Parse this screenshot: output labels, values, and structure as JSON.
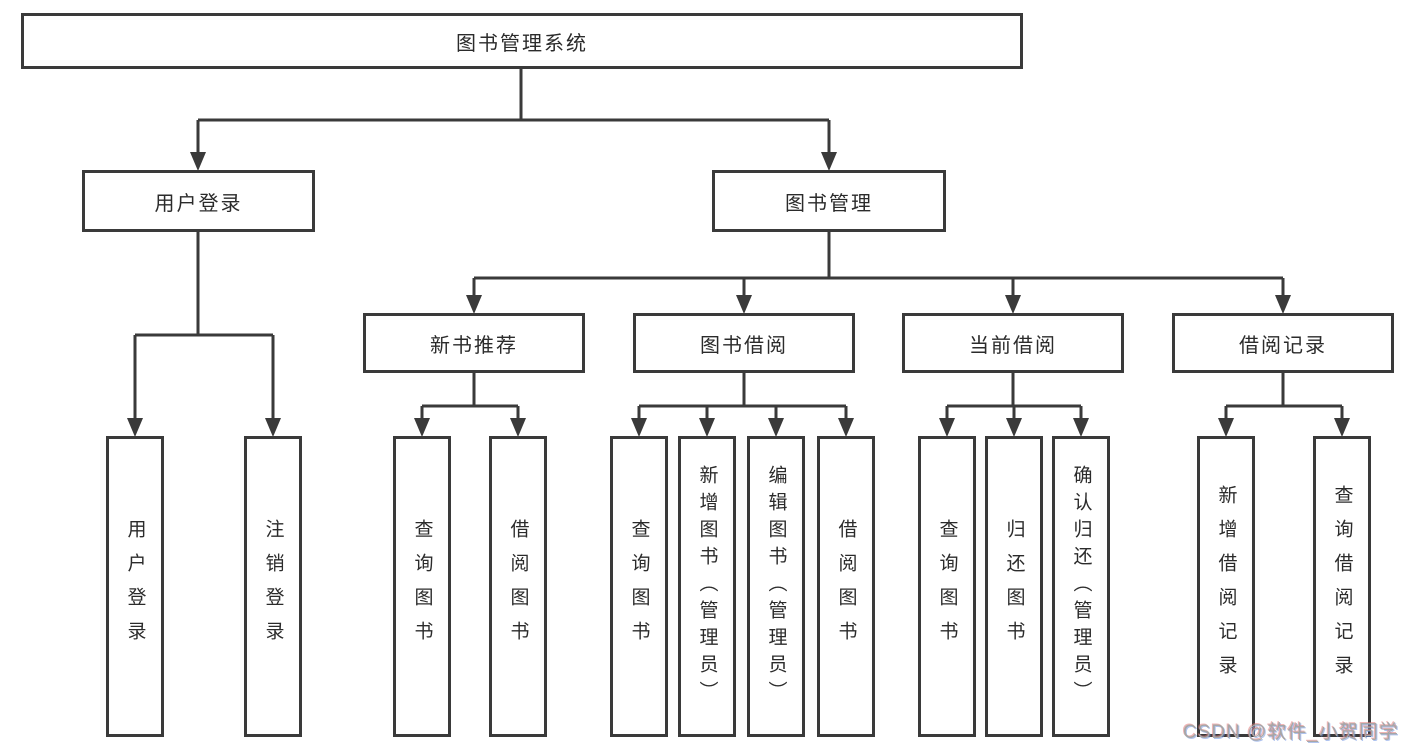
{
  "tree": {
    "root": {
      "label": "图书管理系统"
    },
    "branches": [
      {
        "label": "用户登录",
        "leaves": [
          {
            "label": "用户登录"
          },
          {
            "label": "注销登录"
          }
        ]
      },
      {
        "label": "图书管理",
        "groups": [
          {
            "label": "新书推荐",
            "leaves": [
              {
                "label": "查询图书"
              },
              {
                "label": "借阅图书"
              }
            ]
          },
          {
            "label": "图书借阅",
            "leaves": [
              {
                "label": "查询图书"
              },
              {
                "label": "新增图书（管理员）"
              },
              {
                "label": "编辑图书（管理员）"
              },
              {
                "label": "借阅图书"
              }
            ]
          },
          {
            "label": "当前借阅",
            "leaves": [
              {
                "label": "查询图书"
              },
              {
                "label": "归还图书"
              },
              {
                "label": "确认归还（管理员）"
              }
            ]
          },
          {
            "label": "借阅记录",
            "leaves": [
              {
                "label": "新增借阅记录"
              },
              {
                "label": "查询借阅记录"
              }
            ]
          }
        ]
      }
    ]
  },
  "watermark": {
    "text": "CSDN @软件_小贺同学"
  },
  "colors": {
    "line": "#3a3a3a",
    "text": "#2b2b2b",
    "background": "#ffffff",
    "watermark": "#a6a6a6"
  }
}
